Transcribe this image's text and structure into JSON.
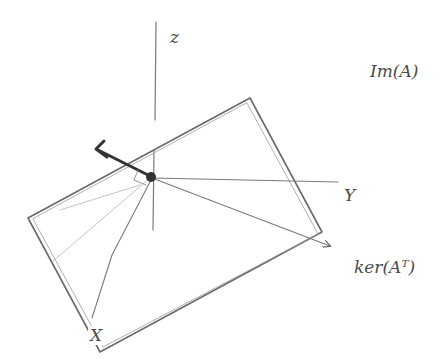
{
  "diagram": {
    "labels": [
      "z",
      "Im(A)",
      "Y",
      "ker(Aᵀ)",
      "X"
    ]
  }
}
